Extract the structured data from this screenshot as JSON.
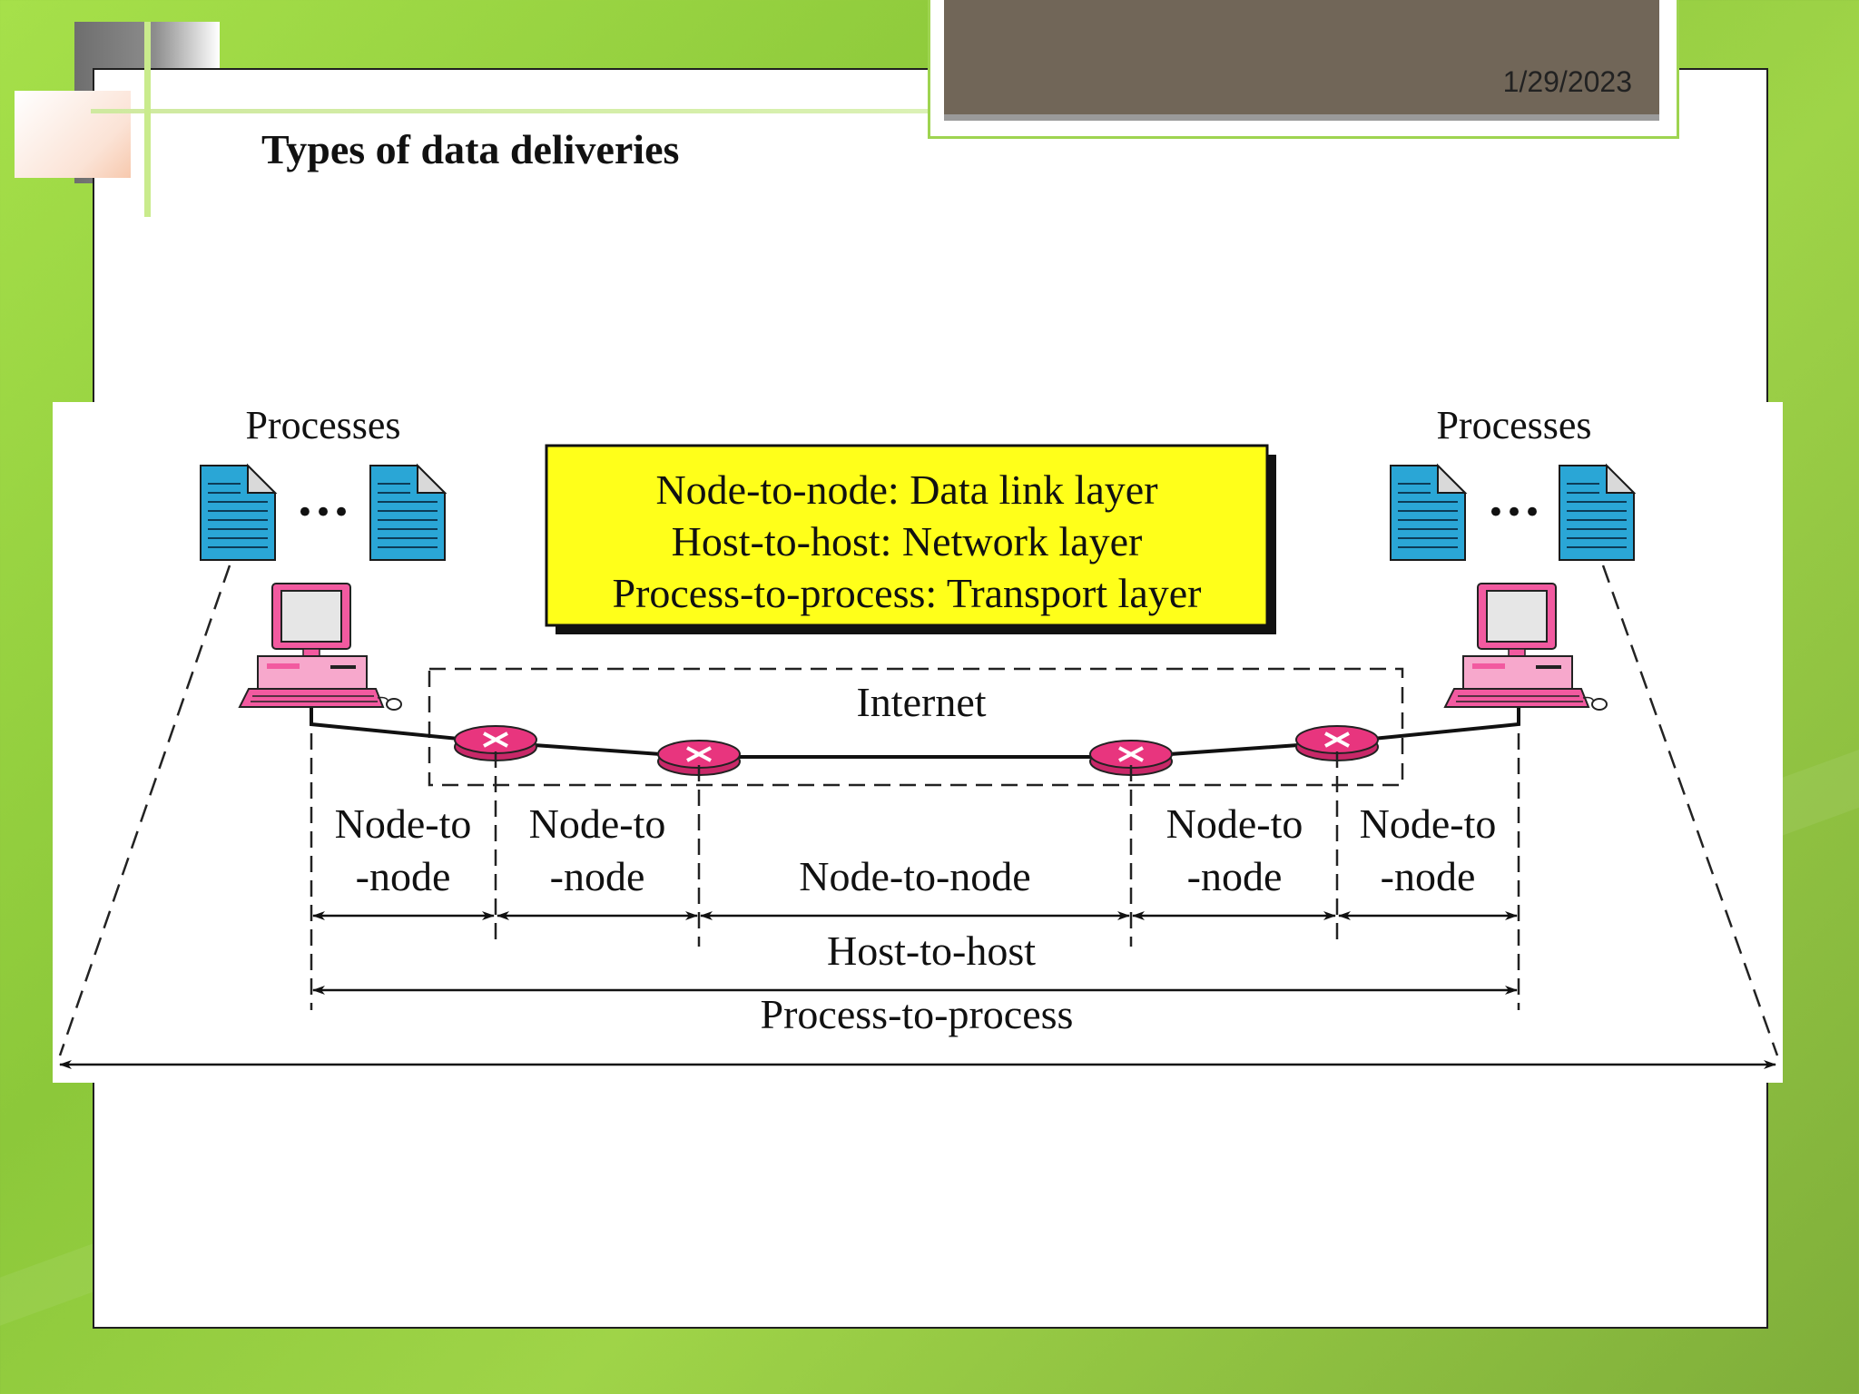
{
  "header": {
    "date": "1/29/2023",
    "title": "Types of data deliveries"
  },
  "diagram": {
    "processes_left": "Processes",
    "processes_right": "Processes",
    "ellipsis": "•••",
    "legend": [
      "Node-to-node: Data link layer",
      "Host-to-host: Network layer",
      "Process-to-process: Transport layer"
    ],
    "internet": "Internet",
    "segments": [
      {
        "line1": "Node-to",
        "line2": "-node"
      },
      {
        "line1": "Node-to",
        "line2": "-node"
      },
      {
        "line1": "",
        "line2": "Node-to-node"
      },
      {
        "line1": "Node-to",
        "line2": "-node"
      },
      {
        "line1": "Node-to",
        "line2": "-node"
      }
    ],
    "host_to_host": "Host-to-host",
    "process_to_process": "Process-to-process"
  },
  "colors": {
    "legend_fill": "#ffff1a",
    "router_fill": "#e8357e",
    "document_fill": "#2aa6d6",
    "computer_fill": "#f25aa0",
    "background_green": "#9fd448"
  }
}
